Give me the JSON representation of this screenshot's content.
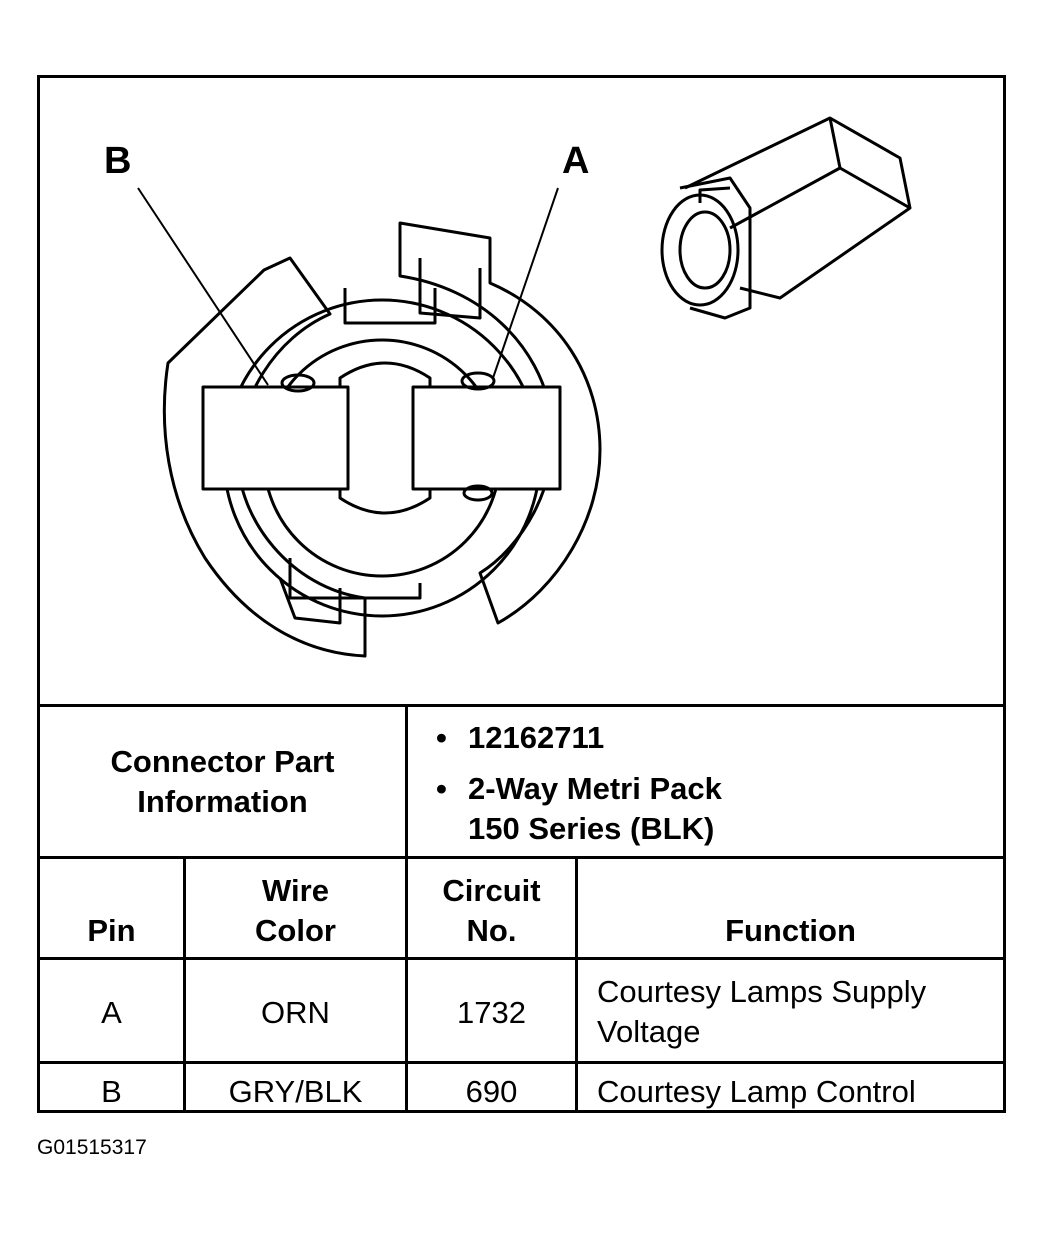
{
  "diagram": {
    "label_b": "B",
    "label_a": "A"
  },
  "info": {
    "label_line1": "Connector Part",
    "label_line2": "Information",
    "bullet1": "12162711",
    "bullet2_line1": "2-Way Metri Pack",
    "bullet2_line2": "150 Series (BLK)"
  },
  "table": {
    "headers": {
      "pin": "Pin",
      "wire_line1": "Wire",
      "wire_line2": "Color",
      "circuit_line1": "Circuit",
      "circuit_line2": "No.",
      "function": "Function"
    },
    "rows": [
      {
        "pin": "A",
        "wire": "ORN",
        "circuit": "1732",
        "function_line1": "Courtesy Lamps Supply",
        "function_line2": "Voltage"
      },
      {
        "pin": "B",
        "wire": "GRY/BLK",
        "circuit": "690",
        "function_line1": "Courtesy Lamp Control",
        "function_line2": ""
      }
    ]
  },
  "figure_id": "G01515317"
}
